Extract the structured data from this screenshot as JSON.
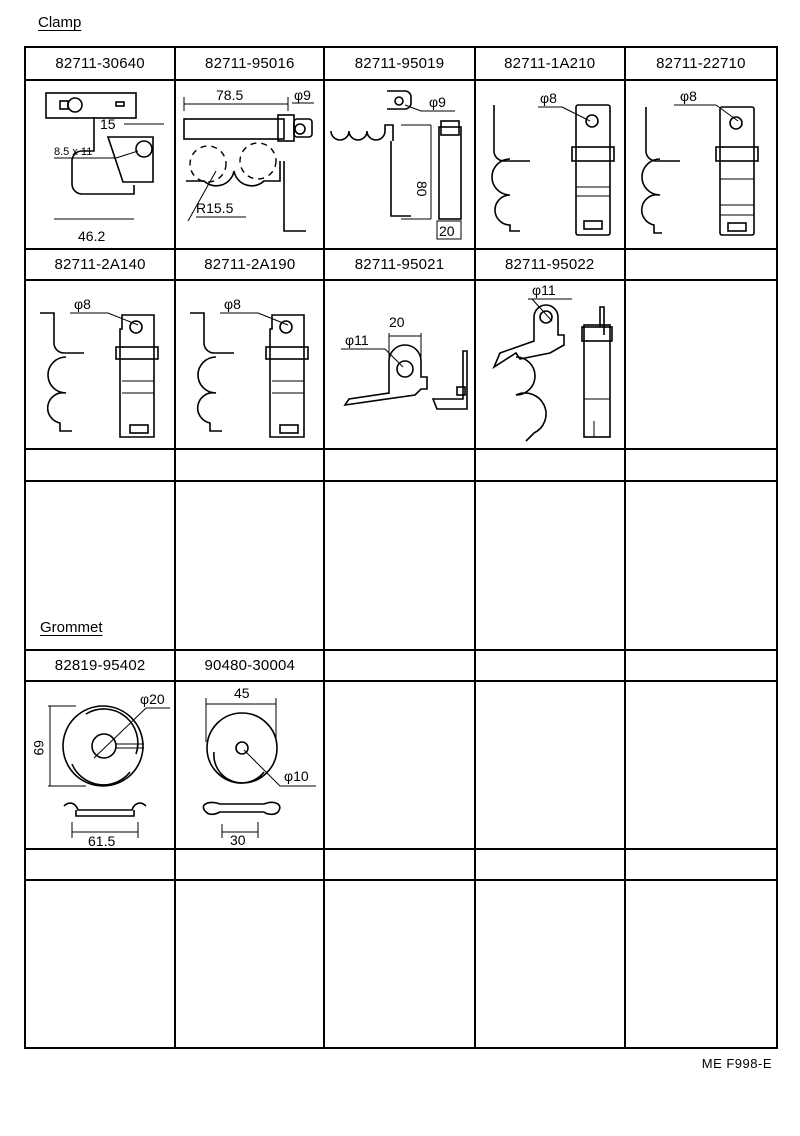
{
  "sections": {
    "clamp": {
      "title": "Clamp",
      "rows": [
        {
          "parts": [
            {
              "part_no": "82711-30640",
              "dims": [
                "15",
                "8.5 x 11",
                "46.2"
              ]
            },
            {
              "part_no": "82711-95016",
              "dims": [
                "78.5",
                "φ9",
                "R15.5"
              ]
            },
            {
              "part_no": "82711-95019",
              "dims": [
                "φ9",
                "80",
                "20"
              ]
            },
            {
              "part_no": "82711-1A210",
              "dims": [
                "φ8"
              ]
            },
            {
              "part_no": "82711-22710",
              "dims": [
                "φ8"
              ]
            }
          ]
        },
        {
          "parts": [
            {
              "part_no": "82711-2A140",
              "dims": [
                "φ8"
              ]
            },
            {
              "part_no": "82711-2A190",
              "dims": [
                "φ8"
              ]
            },
            {
              "part_no": "82711-95021",
              "dims": [
                "20",
                "φ11"
              ]
            },
            {
              "part_no": "82711-95022",
              "dims": [
                "φ11"
              ]
            },
            {
              "part_no": "",
              "dims": []
            }
          ]
        },
        {
          "parts": [
            {
              "part_no": "",
              "dims": []
            },
            {
              "part_no": "",
              "dims": []
            },
            {
              "part_no": "",
              "dims": []
            },
            {
              "part_no": "",
              "dims": []
            },
            {
              "part_no": "",
              "dims": []
            }
          ]
        }
      ]
    },
    "grommet": {
      "title": "Grommet",
      "rows": [
        {
          "parts": [
            {
              "part_no": "82819-95402",
              "dims": [
                "φ20",
                "69",
                "61.5"
              ]
            },
            {
              "part_no": "90480-30004",
              "dims": [
                "45",
                "φ10",
                "30"
              ]
            },
            {
              "part_no": "",
              "dims": []
            },
            {
              "part_no": "",
              "dims": []
            },
            {
              "part_no": "",
              "dims": []
            }
          ]
        },
        {
          "parts": [
            {
              "part_no": "",
              "dims": []
            },
            {
              "part_no": "",
              "dims": []
            },
            {
              "part_no": "",
              "dims": []
            },
            {
              "part_no": "",
              "dims": []
            },
            {
              "part_no": "",
              "dims": []
            }
          ]
        }
      ]
    }
  },
  "footer": {
    "code": "ME  F998-E"
  }
}
